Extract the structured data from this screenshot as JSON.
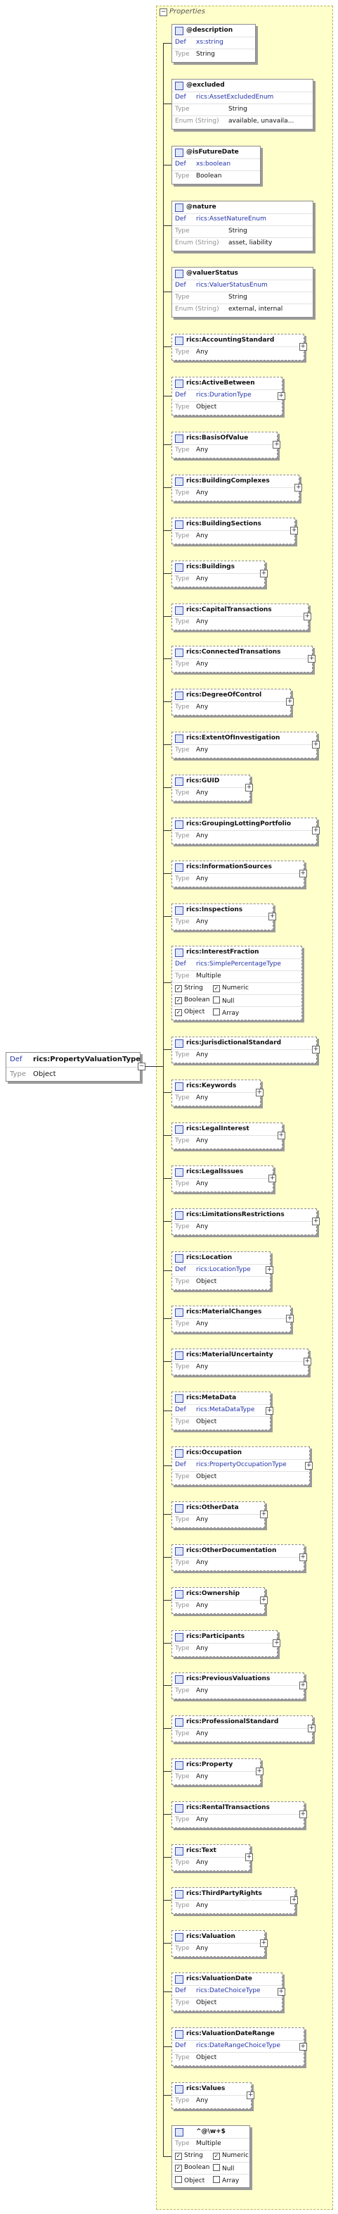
{
  "root": {
    "def_label": "Def",
    "name": "rics:PropertyValuationType",
    "type_label": "Type",
    "type_value": "Object"
  },
  "panel": {
    "toggle": "-",
    "title": "Properties"
  },
  "nodes": [
    {
      "name": "@description",
      "def": "xs:string",
      "type": "String"
    },
    {
      "name": "@excluded",
      "def": "rics:AssetExcludedEnum",
      "type": "String",
      "enum": "available, unavaila..."
    },
    {
      "name": "@isFutureDate",
      "def": "xs:boolean",
      "type": "Boolean"
    },
    {
      "name": "@nature",
      "def": "rics:AssetNatureEnum",
      "type": "String",
      "enum": "asset, liability"
    },
    {
      "name": "@valuerStatus",
      "def": "rics:ValuerStatusEnum",
      "type": "String",
      "enum": "external, internal"
    },
    {
      "name": "rics:AccountingStandard",
      "type": "Any",
      "plus": true
    },
    {
      "name": "rics:ActiveBetween",
      "def": "rics:DurationType",
      "type": "Object",
      "plus": true
    },
    {
      "name": "rics:BasisOfValue",
      "type": "Any",
      "plus": true
    },
    {
      "name": "rics:BuildingComplexes",
      "type": "Any",
      "plus": true
    },
    {
      "name": "rics:BuildingSections",
      "type": "Any",
      "plus": true
    },
    {
      "name": "rics:Buildings",
      "type": "Any",
      "plus": true
    },
    {
      "name": "rics:CapitalTransactions",
      "type": "Any",
      "plus": true
    },
    {
      "name": "rics:ConnectedTransations",
      "type": "Any",
      "plus": true
    },
    {
      "name": "rics:DegreeOfControl",
      "type": "Any",
      "plus": true
    },
    {
      "name": "rics:ExtentOfInvestigation",
      "type": "Any",
      "plus": true
    },
    {
      "name": "rics:GUID",
      "type": "Any",
      "plus": true
    },
    {
      "name": "rics:GroupingLottingPortfolio",
      "type": "Any",
      "plus": true
    },
    {
      "name": "rics:InformationSources",
      "type": "Any",
      "plus": true
    },
    {
      "name": "rics:Inspections",
      "type": "Any",
      "plus": true
    },
    {
      "name": "rics:InterestFraction",
      "def": "rics:SimplePercentageType",
      "type": "Multiple",
      "checks": [
        [
          "String",
          "Numeric"
        ],
        [
          "Boolean",
          "Null"
        ],
        [
          "Object",
          "Array"
        ]
      ],
      "checked": [
        [
          true,
          true
        ],
        [
          true,
          false
        ],
        [
          true,
          false
        ]
      ]
    },
    {
      "name": "rics:JurisdictionalStandard",
      "type": "Any",
      "plus": true
    },
    {
      "name": "rics:Keywords",
      "type": "Any",
      "plus": true
    },
    {
      "name": "rics:LegalInterest",
      "type": "Any",
      "plus": true
    },
    {
      "name": "rics:LegalIssues",
      "type": "Any",
      "plus": true
    },
    {
      "name": "rics:LimitationsRestrictions",
      "type": "Any",
      "plus": true
    },
    {
      "name": "rics:Location",
      "def": "rics:LocationType",
      "type": "Object",
      "plus": true
    },
    {
      "name": "rics:MaterialChanges",
      "type": "Any",
      "plus": true
    },
    {
      "name": "rics:MaterialUncertainty",
      "type": "Any",
      "plus": true
    },
    {
      "name": "rics:MetaData",
      "def": "rics:MetaDataType",
      "type": "Object",
      "plus": true
    },
    {
      "name": "rics:Occupation",
      "def": "rics:PropertyOccupationType",
      "type": "Object",
      "plus": true
    },
    {
      "name": "rics:OtherData",
      "type": "Any",
      "plus": true
    },
    {
      "name": "rics:OtherDocumentation",
      "type": "Any",
      "plus": true
    },
    {
      "name": "rics:Ownership",
      "type": "Any",
      "plus": true
    },
    {
      "name": "rics:Participants",
      "type": "Any",
      "plus": true
    },
    {
      "name": "rics:PreviousValuations",
      "type": "Any",
      "plus": true
    },
    {
      "name": "rics:ProfessionalStandard",
      "type": "Any",
      "plus": true
    },
    {
      "name": "rics:Property",
      "type": "Any",
      "plus": true
    },
    {
      "name": "rics:RentalTransactions",
      "type": "Any",
      "plus": true
    },
    {
      "name": "rics:Text",
      "type": "Any",
      "plus": true
    },
    {
      "name": "rics:ThirdPartyRights",
      "type": "Any",
      "plus": true
    },
    {
      "name": "rics:Valuation",
      "type": "Any",
      "plus": true
    },
    {
      "name": "rics:ValuationDate",
      "def": "rics:DateChoiceType",
      "type": "Object",
      "plus": true
    },
    {
      "name": "rics:ValuationDateRange",
      "def": "rics:DateRangeChoiceType",
      "type": "Object",
      "plus": true
    },
    {
      "name": "rics:Values",
      "type": "Any",
      "plus": true
    },
    {
      "name": "^@\\w+$",
      "type": "Multiple",
      "pattern": true,
      "checks": [
        [
          "String",
          "Numeric"
        ],
        [
          "Boolean",
          "Null"
        ],
        [
          "Object",
          "Array"
        ]
      ],
      "checked": [
        [
          true,
          true
        ],
        [
          true,
          false
        ],
        [
          false,
          false
        ]
      ]
    }
  ],
  "labels": {
    "def": "Def",
    "type": "Type",
    "enum": "Enum (String)"
  }
}
